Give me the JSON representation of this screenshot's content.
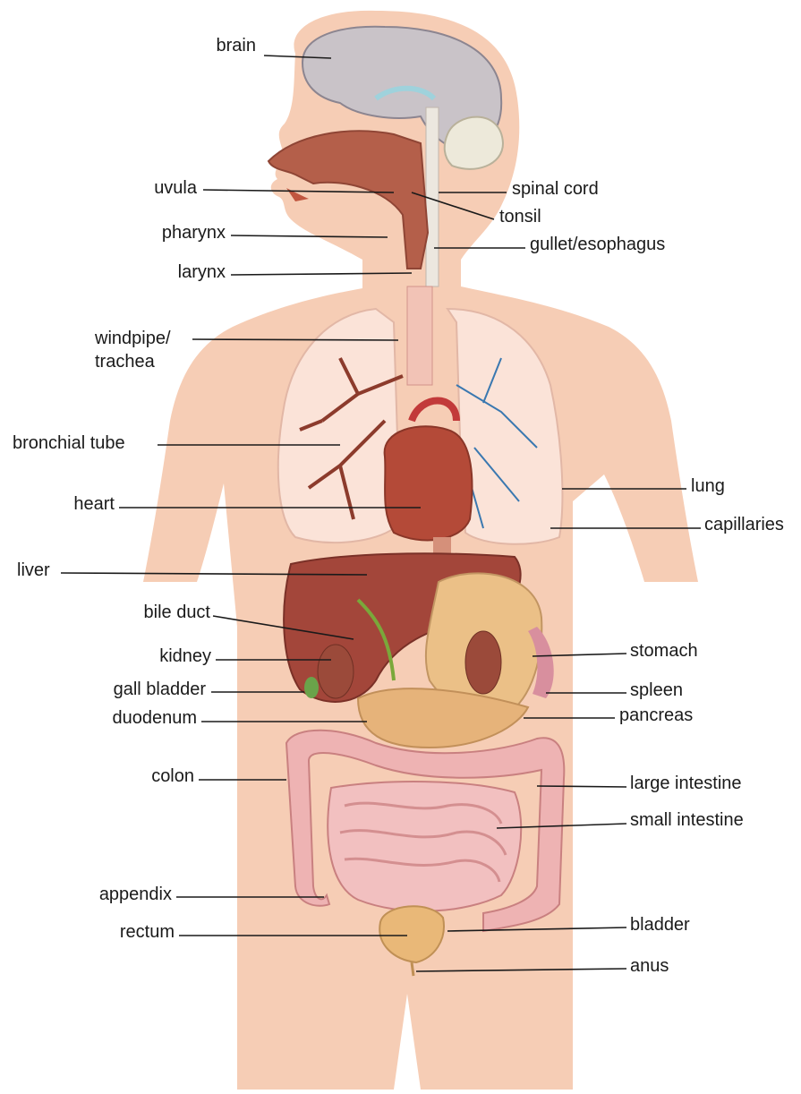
{
  "labels": {
    "brain": "brain",
    "uvula": "uvula",
    "pharynx": "pharynx",
    "larynx": "larynx",
    "windpipe": "windpipe/",
    "trachea": "trachea",
    "bronchial_tube": "bronchial tube",
    "heart": "heart",
    "liver": "liver",
    "bile_duct": "bile duct",
    "kidney": "kidney",
    "gall_bladder": "gall bladder",
    "duodenum": "duodenum",
    "colon": "colon",
    "appendix": "appendix",
    "rectum": "rectum",
    "spinal_cord": "spinal cord",
    "tonsil": "tonsil",
    "gullet": "gullet/esophagus",
    "lung": "lung",
    "capillaries": "capillaries",
    "stomach": "stomach",
    "spleen": "spleen",
    "pancreas": "pancreas",
    "large_intestine": "large intestine",
    "small_intestine": "small intestine",
    "bladder": "bladder",
    "anus": "anus"
  },
  "colors": {
    "skin": "#f6cdb5",
    "brain": "#c9c3c8",
    "lung": "#fbe3d8",
    "heart": "#b44a38",
    "liver": "#a3463a",
    "stomach": "#ebc087",
    "intestine": "#eeb3b3",
    "line": "#1a1a1a"
  }
}
